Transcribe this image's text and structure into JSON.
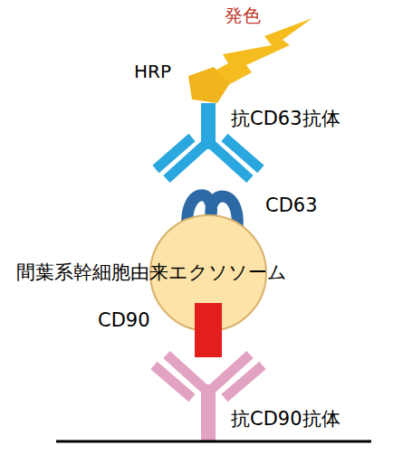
{
  "diagram": {
    "nodes": [
      {
        "text": [
          "HRP"
        ]
      },
      {
        "text": [
          "抗CD63抗体"
        ]
      },
      {
        "text": [
          "CD63"
        ]
      },
      {
        "text": [
          "間葉系幹細胞由来エクソソーム"
        ]
      },
      {
        "text": [
          "CD90"
        ]
      },
      {
        "text": [
          "抗CD90抗体"
        ]
      }
    ],
    "labels": [
      "発色"
    ]
  }
}
